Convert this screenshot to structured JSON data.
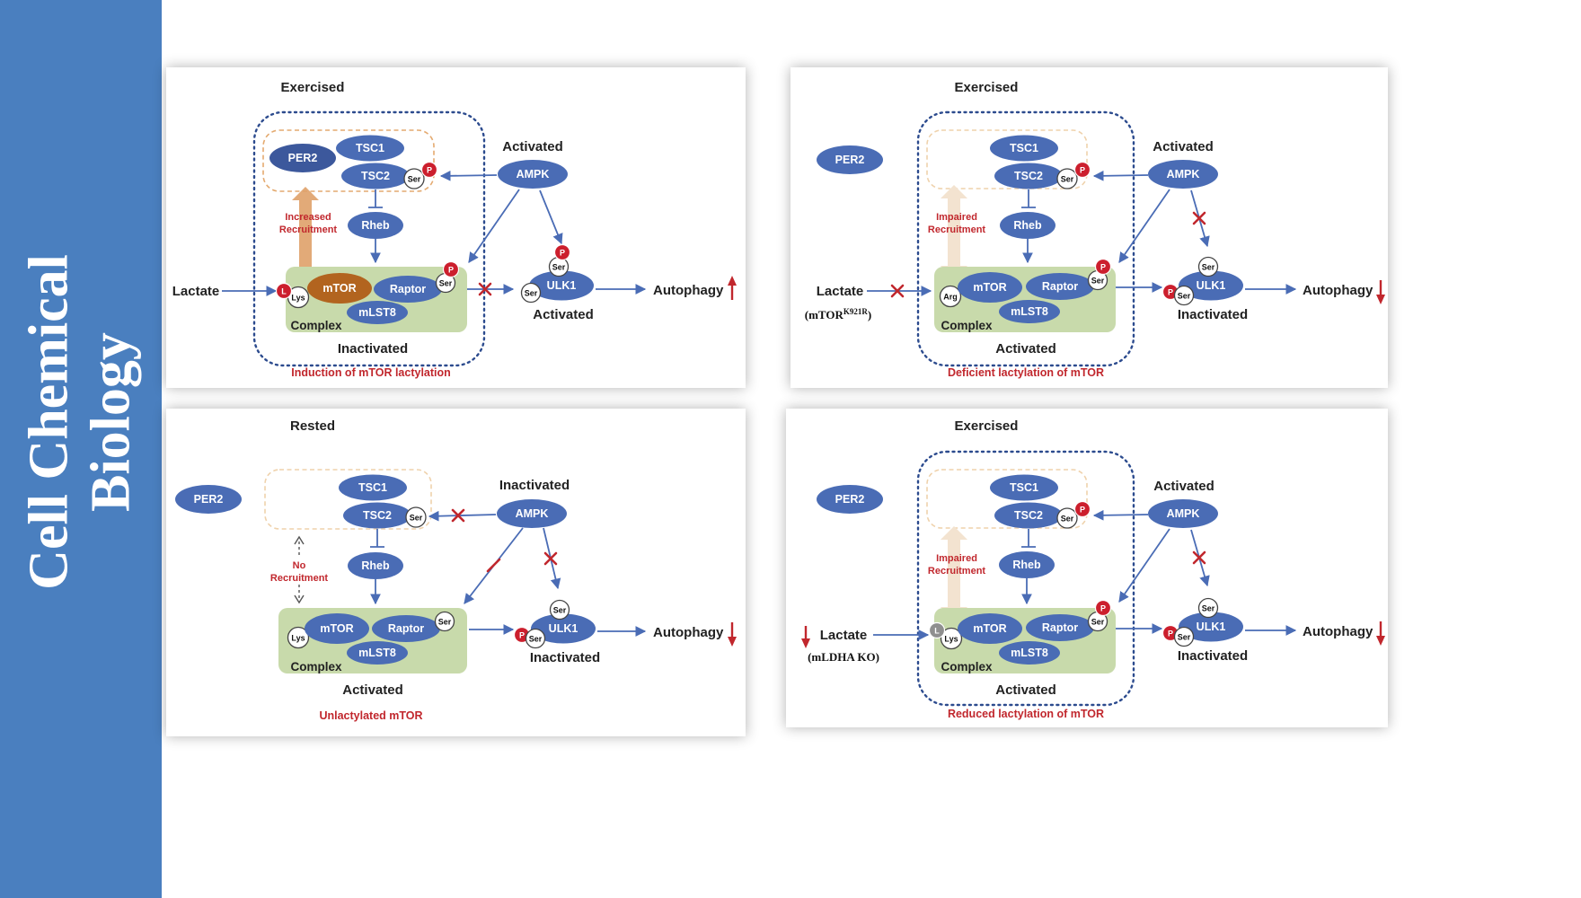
{
  "journal": {
    "title_line1": "Cell Chemical",
    "title_line2": "Biology"
  },
  "colors": {
    "sidebar_blue": "#4a7fbf",
    "node_blue": "#4a6cb5",
    "per2_dark_blue": "#3c589c",
    "mtor_brown": "#b2641f",
    "complex_green": "#c8daab",
    "accent_red": "#c1272d",
    "recruit_orange": "#dfa169",
    "recruit_pale": "#f3e3d0",
    "dotted_border_blue": "#2c4b8e"
  },
  "molecules": {
    "per2": "PER2",
    "tsc1": "TSC1",
    "tsc2": "TSC2",
    "rheb": "Rheb",
    "mtor": "mTOR",
    "raptor": "Raptor",
    "mlst8": "mLST8",
    "ampk": "AMPK",
    "ulk1": "ULK1",
    "ser": "Ser",
    "lys": "Lys",
    "arg": "Arg",
    "p": "P",
    "l": "L",
    "complex": "Complex",
    "lactate": "Lactate",
    "autophagy": "Autophagy"
  },
  "panels": [
    {
      "condition": "Exercised",
      "ampk_state": "Activated",
      "complex_state": "Inactivated",
      "ulk1_state": "Activated",
      "recruitment_line1": "Increased",
      "recruitment_line2": "Recruitment",
      "caption": "Induction of mTOR lactylation",
      "autophagy_direction": "up"
    },
    {
      "condition": "Exercised",
      "ampk_state": "Activated",
      "complex_state": "Activated",
      "ulk1_state": "Inactivated",
      "recruitment_line1": "Impaired",
      "recruitment_line2": "Recruitment",
      "caption": "Deficient lactylation of mTOR",
      "mutant_open": "(mTOR",
      "mutant_sup": "K921R",
      "mutant_close": ")",
      "autophagy_direction": "down"
    },
    {
      "condition": "Rested",
      "ampk_state": "Inactivated",
      "complex_state": "Activated",
      "ulk1_state": "Inactivated",
      "recruitment_line1": "No",
      "recruitment_line2": "Recruitment",
      "caption": "Unlactylated mTOR",
      "autophagy_direction": "down"
    },
    {
      "condition": "Exercised",
      "ampk_state": "Activated",
      "complex_state": "Activated",
      "ulk1_state": "Inactivated",
      "recruitment_line1": "Impaired",
      "recruitment_line2": "Recruitment",
      "caption": "Reduced lactylation of mTOR",
      "mutant_label": "(mLDHA KO)",
      "autophagy_direction": "down"
    }
  ]
}
